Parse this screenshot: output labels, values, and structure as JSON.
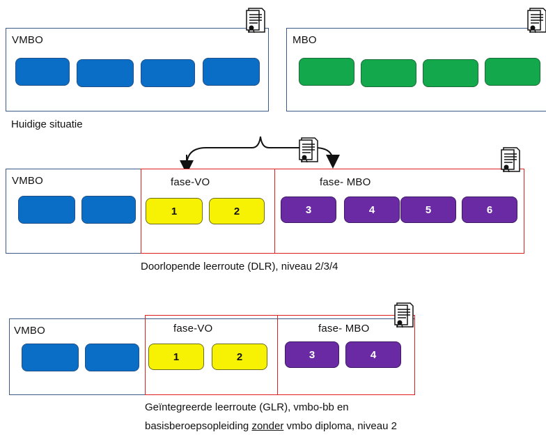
{
  "current": {
    "vmbo_label": "VMBO",
    "mbo_label": "MBO",
    "caption": "Huidige situatie"
  },
  "dlr": {
    "vmbo_label": "VMBO",
    "fase_vo_label": "fase-VO",
    "fase_mbo_label": "fase- MBO",
    "blocks_vo": [
      "1",
      "2"
    ],
    "blocks_mbo": [
      "3",
      "4",
      "5",
      "6"
    ],
    "caption": "Doorlopende leerroute (DLR), niveau 2/3/4"
  },
  "glr": {
    "vmbo_label": "VMBO",
    "fase_vo_label": "fase-VO",
    "fase_mbo_label": "fase- MBO",
    "blocks_vo": [
      "1",
      "2"
    ],
    "blocks_mbo": [
      "3",
      "4"
    ],
    "caption_line1": "Geïntegreerde leerroute (GLR), vmbo-bb en",
    "caption_line2_pre": "basisberoepsopleiding ",
    "caption_line2_underline": "zonder",
    "caption_line2_post": " vmbo diploma, niveau 2"
  },
  "colors": {
    "vmbo_block": "#0b6ec6",
    "mbo_block": "#12a84b",
    "fase_vo_block": "#f7f204",
    "fase_mbo_block": "#6a2aa3",
    "phase_border": "#e01e1e",
    "frame_border": "#3b5a8a"
  }
}
